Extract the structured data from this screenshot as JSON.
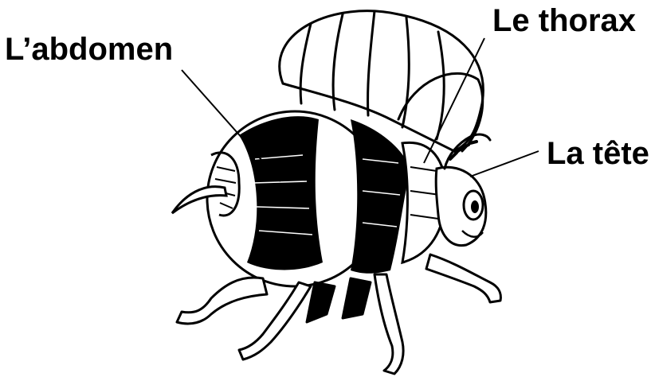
{
  "labels": {
    "abdomen": "L’abdomen",
    "thorax": "Le thorax",
    "tete": "La tête"
  },
  "colors": {
    "ink": "#000000",
    "paper": "#ffffff"
  }
}
